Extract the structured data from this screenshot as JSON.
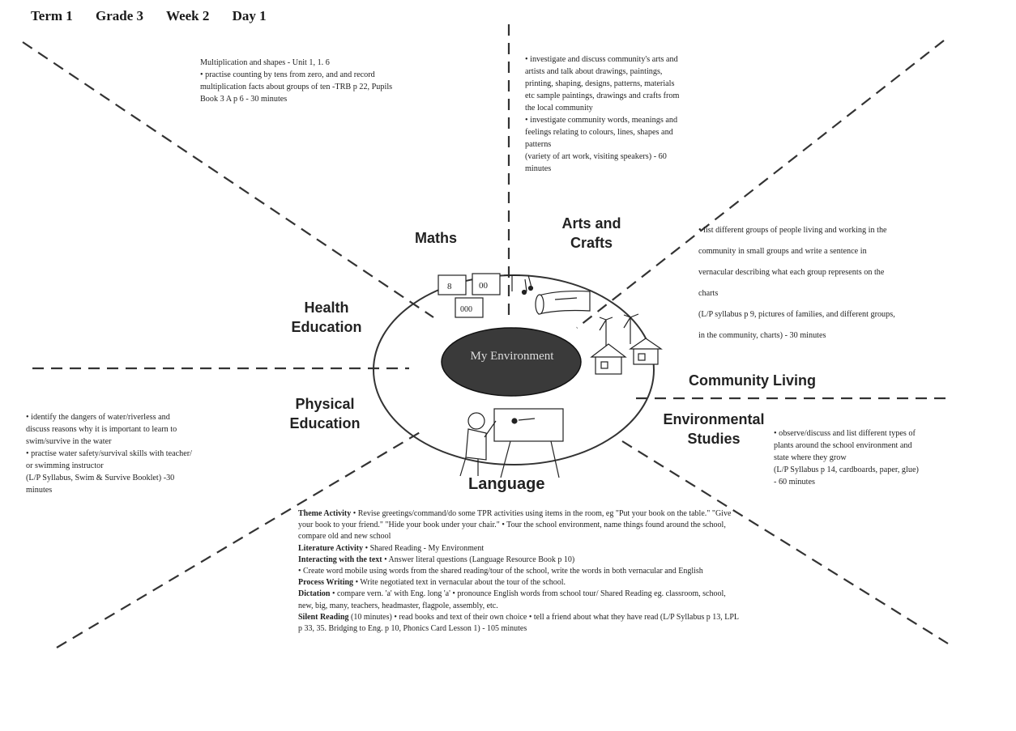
{
  "header": {
    "term": "Term 1",
    "grade": "Grade 3",
    "week": "Week 2",
    "day": "Day 1"
  },
  "center": {
    "label": "My Environment"
  },
  "subjects": {
    "maths": "Maths",
    "arts_line1": "Arts and",
    "arts_line2": "Crafts",
    "health_line1": "Health",
    "health_line2": "Education",
    "community": "Community Living",
    "physical_line1": "Physical",
    "physical_line2": "Education",
    "environmental_line1": "Environmental",
    "environmental_line2": "Studies",
    "language": "Language"
  },
  "maths_block": {
    "lines": [
      "Multiplication and shapes - Unit 1, 1. 6",
      "• practise counting by tens from zero, and and record",
      "multiplication facts about groups of ten -TRB p 22, Pupils",
      "Book 3 A p 6 - 30 minutes"
    ]
  },
  "arts_block": {
    "lines": [
      "• investigate and discuss community's arts and",
      "artists and talk about drawings, paintings,",
      "printing, shaping, designs, patterns, materials",
      "etc sample paintings, drawings and crafts from",
      "the local community",
      "• investigate community words, meanings and",
      "feelings relating to colours, lines, shapes and",
      "patterns",
      "(variety of art work, visiting speakers) - 60",
      "minutes"
    ]
  },
  "community_block": {
    "lines": [
      "• list different groups of people living and working in the",
      "community in small groups and write a sentence in",
      "vernacular describing what each group represents on the",
      "charts",
      "(L/P syllabus p 9, pictures of families, and different groups,",
      "in the community, charts) - 30 minutes"
    ]
  },
  "physical_block": {
    "lines": [
      "• identify the dangers of water/riverless and",
      "discuss reasons why it is important to learn to",
      "swim/survive in the water",
      "• practise water safety/survival skills with teacher/",
      "or swimming instructor",
      "(L/P Syllabus, Swim & Survive Booklet) -30",
      "minutes"
    ]
  },
  "environmental_block": {
    "lines": [
      "• observe/discuss and list different types of",
      "plants around the school environment and",
      "state where they grow",
      "(L/P Syllabus p 14, cardboards, paper, glue)",
      "- 60 minutes"
    ]
  },
  "language_block": {
    "theme_head": "Theme Activity",
    "theme_text": " • Revise greetings/command/do some TPR activities using items in the room, eg \"Put your book on the table.\" \"Give your book to your friend.\" \"Hide your book under your chair.\" • Tour the school environment, name things found around the school, compare old and new school",
    "literature_head": "Literature Activity",
    "literature_text": " • Shared Reading - My Environment",
    "interacting_head": "Interacting with the text",
    "interacting_text": " • Answer literal questions (Language Resource Book p 10)",
    "mobile_text": "• Create word mobile using words from the shared reading/tour of the school, write the words in both vernacular and English",
    "process_head": "Process Writing",
    "process_text": " • Write negotiated text in vernacular about the tour of the school.",
    "dictation_head": "Dictation",
    "dictation_text": " • compare vern. 'a' with Eng. long 'a' • pronounce English words from school tour/ Shared Reading eg. classroom, school, new, big, many, teachers, headmaster, flagpole, assembly, etc.",
    "silent_head": "Silent Reading",
    "silent_text": " (10 minutes) • read books and text of their own choice • tell a friend about what they have read (L/P Syllabus p 13, LPL p 33, 35. Bridging to Eng. p 10, Phonics Card Lesson 1) - 105 minutes"
  }
}
